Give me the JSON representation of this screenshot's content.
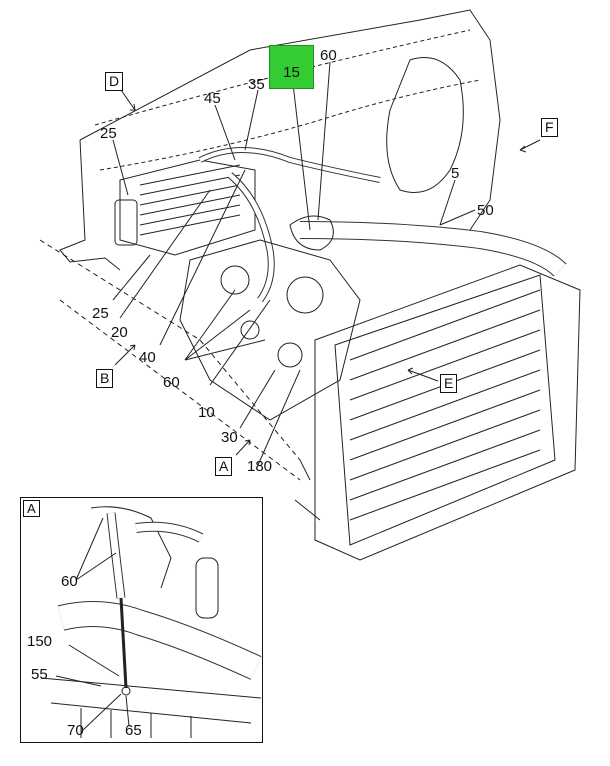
{
  "highlight": {
    "label": "15",
    "color": "#33cc33"
  },
  "view_labels": {
    "A": "A",
    "B": "B",
    "D": "D",
    "E": "E",
    "F": "F"
  },
  "callouts": [
    "60",
    "35",
    "45",
    "25",
    "25",
    "20",
    "40",
    "60",
    "10",
    "30",
    "180",
    "5",
    "50"
  ],
  "inset": {
    "tag": "A",
    "callouts": [
      "60",
      "150",
      "55",
      "70",
      "65"
    ]
  }
}
